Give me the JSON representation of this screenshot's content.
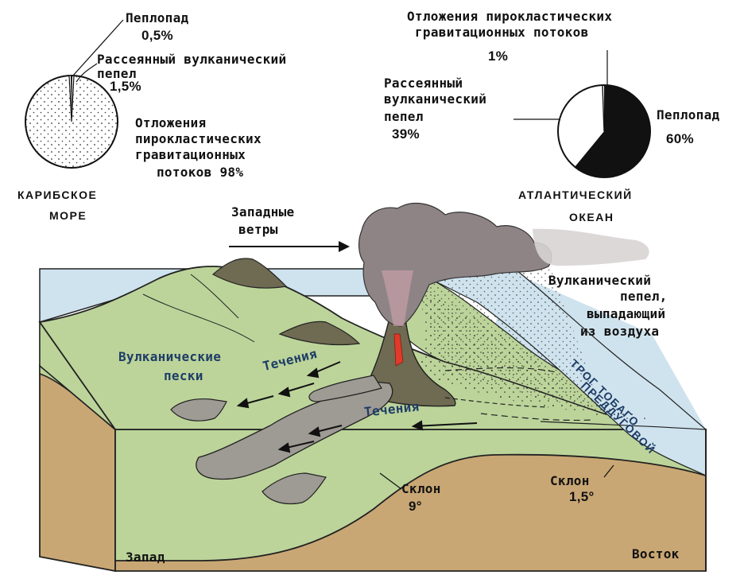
{
  "pie_caribbean": {
    "caption_line1": "КАРИБСКОЕ",
    "caption_line2": "МОРЕ",
    "ashfall_label": "Пеплопад",
    "ashfall_value": "0,5%",
    "dispersed_label_line1": "Рассеянный вулканический",
    "dispersed_label_line2": "пепел",
    "dispersed_value": "1,5%",
    "flows_label_line1": "Отложения",
    "flows_label_line2": "пирокластических",
    "flows_label_line3": "гравитационных",
    "flows_label_line4": "потоков 98%"
  },
  "pie_atlantic": {
    "caption_line1": "АТЛАНТИЧЕСКИЙ",
    "caption_line2": "ОКЕАН",
    "flows_label_line1": "Отложения пирокластических",
    "flows_label_line2": "гравитационных потоков",
    "flows_value": "1%",
    "dispersed_label_line1": "Рассеянный",
    "dispersed_label_line2": "вулканический",
    "dispersed_label_line3": "пепел",
    "dispersed_value": "39%",
    "ashfall_label": "Пеплопад",
    "ashfall_value": "60%"
  },
  "chart_data": [
    {
      "type": "pie",
      "title": "КАРИБСКОЕ МОРЕ",
      "categories": [
        "Пеплопад",
        "Рассеянный вулканический пепел",
        "Отложения пирокластических гравитационных потоков"
      ],
      "values": [
        0.5,
        1.5,
        98
      ]
    },
    {
      "type": "pie",
      "title": "АТЛАНТИЧЕСКИЙ ОКЕАН",
      "categories": [
        "Отложения пирокластических гравитационных потоков",
        "Рассеянный вулканический пепел",
        "Пеплопад"
      ],
      "values": [
        1,
        39,
        60
      ]
    }
  ],
  "block": {
    "westerly_winds_line1": "Западные",
    "westerly_winds_line2": "ветры",
    "airborne_ash_line1": "Вулканический",
    "airborne_ash_line2": "пепел,",
    "airborne_ash_line3": "выпадающий",
    "airborne_ash_line4": "из воздуха",
    "volcanic_sands_line1": "Вулканические",
    "volcanic_sands_line2": "пески",
    "currents_upper": "Течения",
    "currents_lower": "Течения",
    "trough_line1": "ПРЕДДУГОВОЙ",
    "trough_line2": "ТРОГ ТОБАГО",
    "slope_west_label": "Склон",
    "slope_west_value": "9°",
    "slope_east_label": "Склон",
    "slope_east_value": "1,5°",
    "west": "Запад",
    "east": "Восток"
  },
  "colors": {
    "land_green": "#bcd49a",
    "sea_blue": "#cfe3ee",
    "sediment_tan": "#c9a774",
    "ash_cloud": "#8e8486",
    "lava": "#e03a2a",
    "ashfall_black": "#111111"
  }
}
